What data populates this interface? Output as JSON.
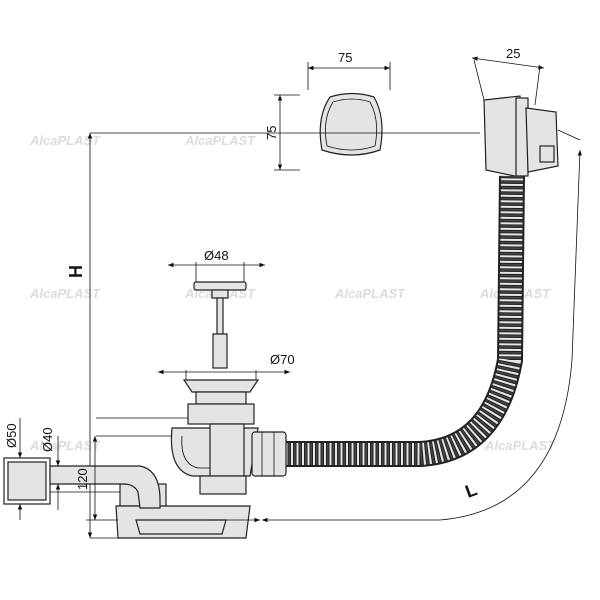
{
  "dimensions": {
    "cap_width": "75",
    "cap_height": "75",
    "overflow_depth": "25",
    "plug_diameter": "Ø48",
    "flange_diameter": "Ø70",
    "outlet_outer": "Ø50",
    "outlet_inner": "Ø40",
    "outlet_height": "120",
    "height_label": "H",
    "length_label": "L"
  },
  "watermark": "AlcaPLAST"
}
